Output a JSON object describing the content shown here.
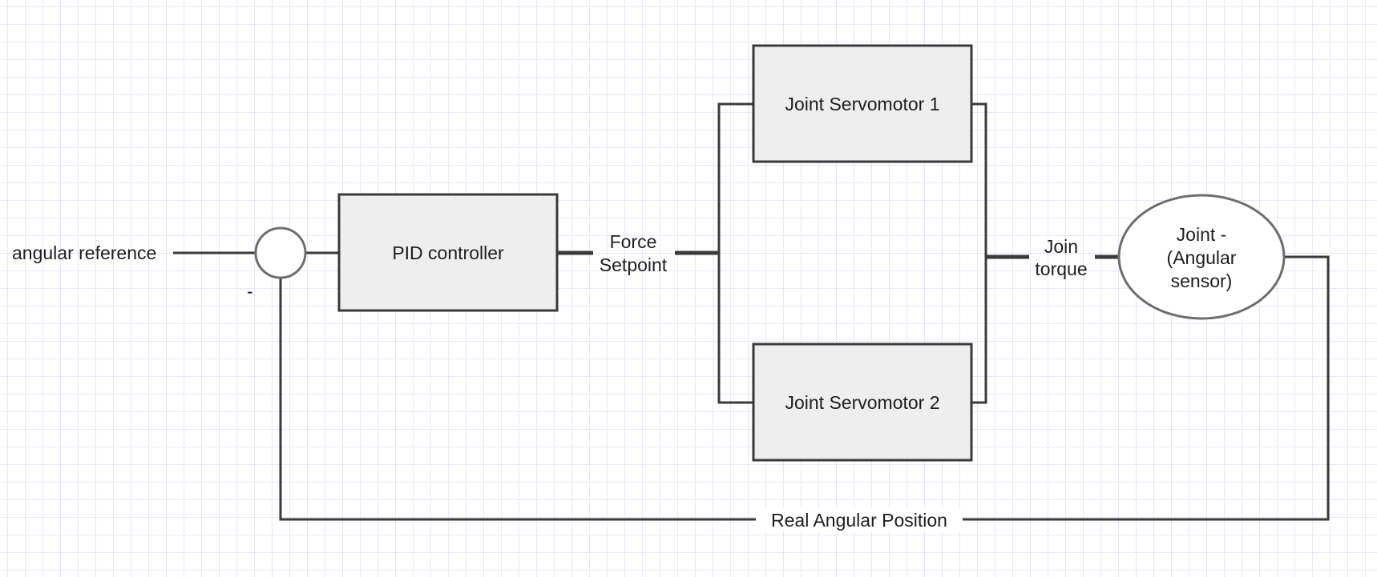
{
  "diagram": {
    "input_label": "angular reference",
    "sum_sign": "-",
    "pid_label": "PID controller",
    "force_setpoint": [
      "Force",
      "Setpoint"
    ],
    "servo1_label": "Joint Servomotor 1",
    "servo2_label": "Joint Servomotor 2",
    "torque_label": [
      "Join",
      "torque"
    ],
    "joint_label": [
      "Joint -",
      "(Angular",
      "sensor)"
    ],
    "feedback_label": "Real Angular Position"
  },
  "colors": {
    "block_fill": "#eeeeee",
    "stroke": "#3a3a3a",
    "grid": "#d6d6f0"
  }
}
